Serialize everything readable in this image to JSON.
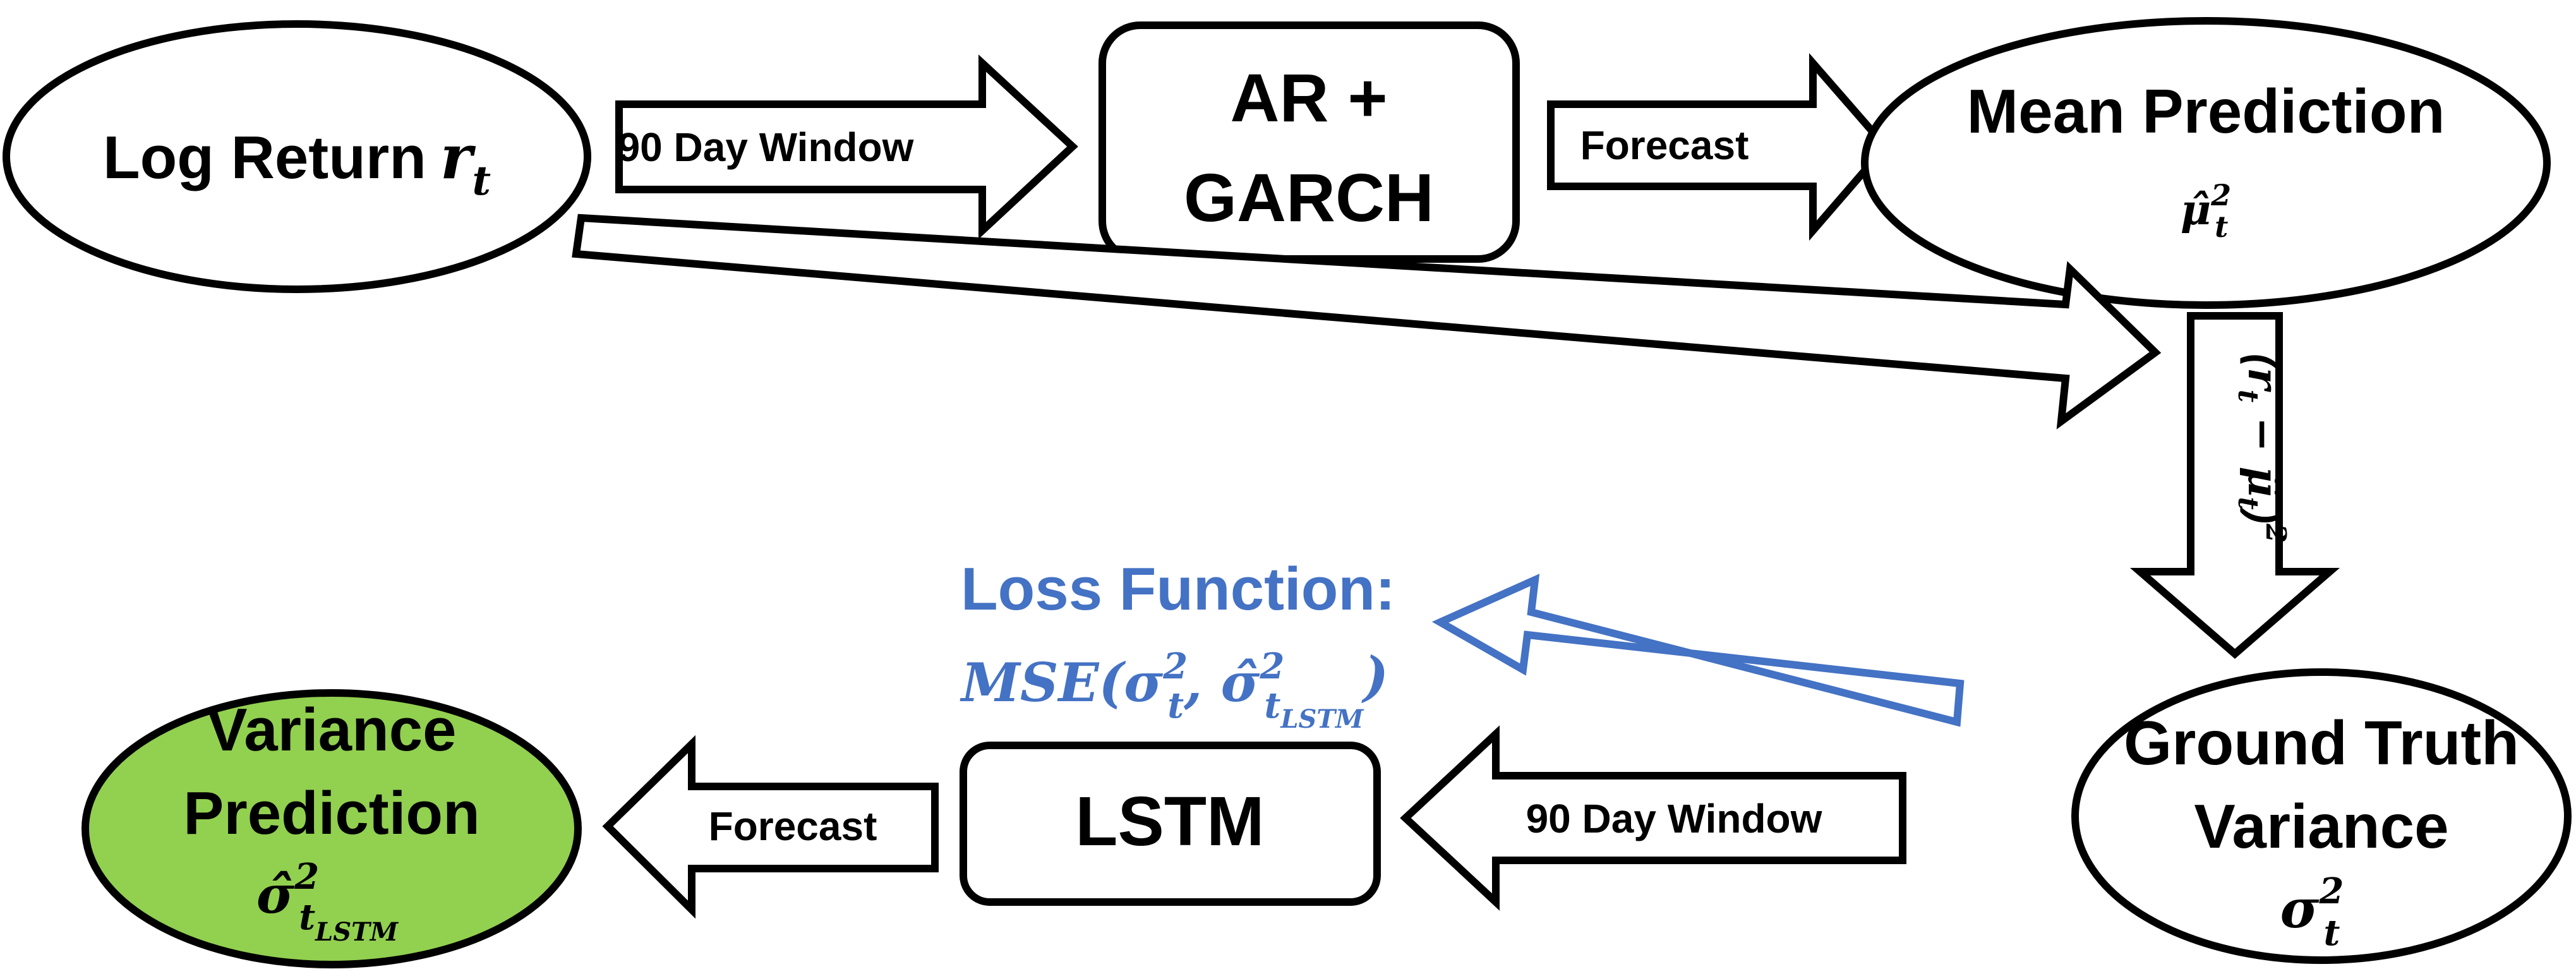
{
  "nodes": {
    "log_return": {
      "label": "Log Return",
      "symbol": "r",
      "subscript": "t"
    },
    "ar_garch": {
      "line1": "AR +",
      "line2": "GARCH"
    },
    "mean_prediction": {
      "label": "Mean Prediction",
      "symbol": "μ̂",
      "subscript": "t",
      "superscript": "2"
    },
    "ground_truth": {
      "line1": "Ground Truth",
      "line2": "Variance",
      "symbol": "σ",
      "subscript": "t",
      "superscript": "2"
    },
    "lstm": {
      "label": "LSTM"
    },
    "variance_prediction": {
      "line1": "Variance",
      "line2": "Prediction",
      "symbol": "σ̂",
      "subscript": "t",
      "subsubscript": "LSTM",
      "superscript": "2"
    }
  },
  "arrows": {
    "window_top": "90 Day Window",
    "forecast_top": "Forecast",
    "residual": {
      "open": "(",
      "r": "r",
      "t1": "t",
      "minus": " − ",
      "mu": "μ̂",
      "t2": "t",
      "close": ")",
      "power": "2"
    },
    "window_bottom": "90 Day Window",
    "forecast_bottom": "Forecast"
  },
  "loss": {
    "title": "Loss Function:",
    "formula_prefix": "MSE(σ",
    "formula_sup1": "2",
    "formula_sub1": "t",
    "formula_mid": ", σ̂",
    "formula_sup2": "2",
    "formula_sub2": "t",
    "formula_subsub2": "LSTM",
    "formula_close": ")"
  },
  "colors": {
    "stroke": "#000000",
    "loss_blue": "#4472c4",
    "variance_fill": "#92d050",
    "background": "#ffffff"
  }
}
